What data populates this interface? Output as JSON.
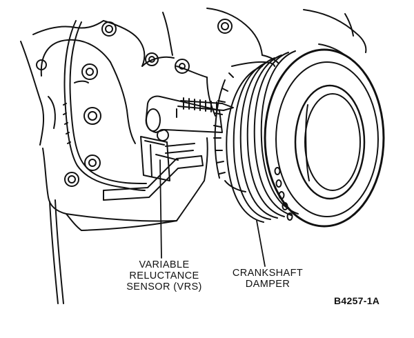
{
  "labels": {
    "vrs": {
      "line1": "VARIABLE",
      "line2": "RELUCTANCE",
      "line3": "SENSOR (VRS)"
    },
    "damper": {
      "line1": "CRANKSHAFT",
      "line2": "DAMPER"
    },
    "figure_code": "B4257-1A"
  },
  "colors": {
    "ink": "#111111",
    "background": "#ffffff"
  }
}
